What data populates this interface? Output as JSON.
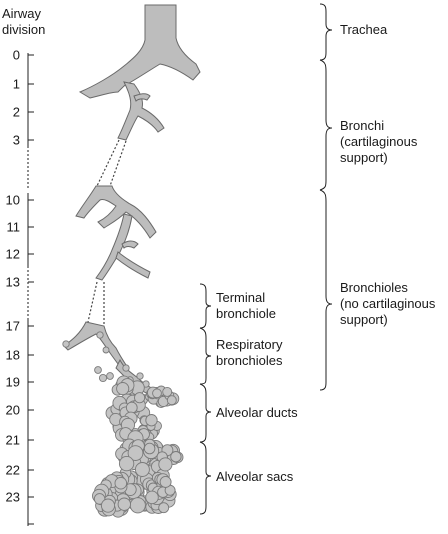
{
  "axis": {
    "title_line1": "Airway",
    "title_line2": "division",
    "ticks": [
      "0",
      "1",
      "2",
      "3",
      "10",
      "11",
      "12",
      "13",
      "17",
      "18",
      "19",
      "20",
      "21",
      "22",
      "23"
    ]
  },
  "zones": {
    "trachea": "Trachea",
    "bronchi": [
      "Bronchi",
      "(cartilaginous",
      "support)"
    ],
    "bronchioles": [
      "Bronchioles",
      "(no cartilaginous",
      "support)"
    ]
  },
  "segments": {
    "terminal": [
      "Terminal",
      "bronchiole"
    ],
    "respiratory": [
      "Respiratory",
      "bronchioles"
    ],
    "ducts": [
      "Alveolar ducts"
    ],
    "sacs": [
      "Alveolar sacs"
    ]
  },
  "colors": {
    "airway_fill": "#bdbdbd",
    "airway_stroke": "#6a6a6a",
    "ink": "#222222"
  }
}
